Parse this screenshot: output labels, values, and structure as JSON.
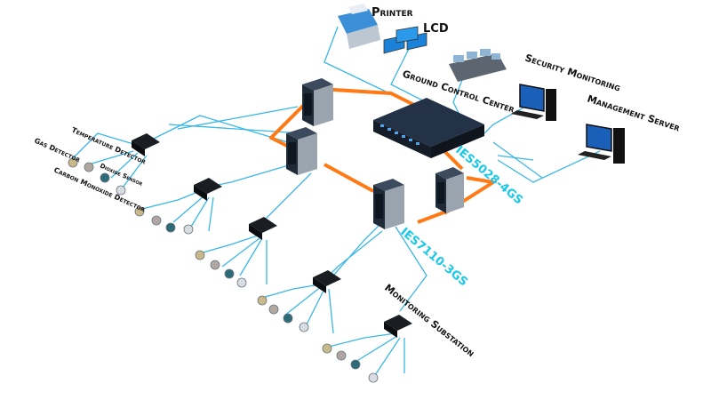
{
  "labels": {
    "printer": "Printer",
    "lcd": "LCD",
    "ground_control": "Ground Control Center",
    "security_monitoring": "Security Monitoring",
    "management_server": "Management Server",
    "temperature_detector": "Temperature Detector",
    "gas_detector": "Gas Detector",
    "dioxide_sensor": "Dioxide Sensor",
    "carbon_monoxide_detector": "Carbon Monoxide Detector",
    "monitoring_substation": "Monitoring Substation",
    "ies5028": "IES5028-4GS",
    "ies7110": "IES7110-3GS"
  },
  "colors": {
    "ring": "#ff7a14",
    "link": "#39b7e8",
    "model_label": "#18c8e8",
    "switch_body": "#2a3b55",
    "core_switch": "#1f2a3a"
  }
}
